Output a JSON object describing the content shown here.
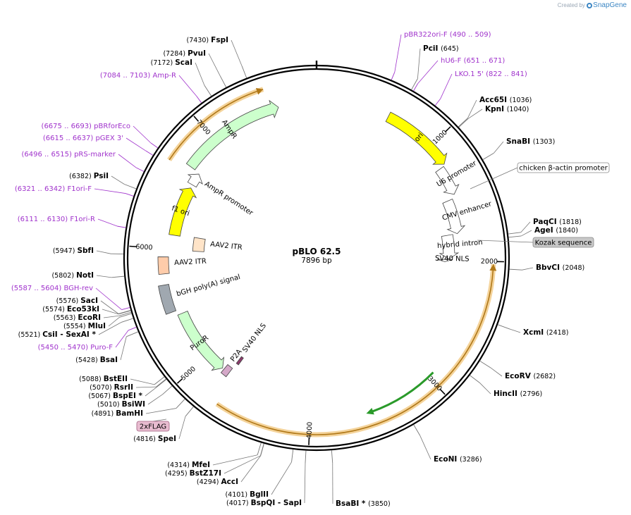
{
  "brand": {
    "created_by": "Created by",
    "product": "SnapGene"
  },
  "plasmid": {
    "name": "pBLO 62.5",
    "size": "7896 bp",
    "length": 7896
  },
  "ticks": [
    {
      "label": "1000",
      "bp": 1000
    },
    {
      "label": "2000",
      "bp": 2000
    },
    {
      "label": "3000",
      "bp": 3000
    },
    {
      "label": "4000",
      "bp": 4000
    },
    {
      "label": "5000",
      "bp": 5000
    },
    {
      "label": "6000",
      "bp": 6000
    },
    {
      "label": "7000",
      "bp": 7000
    }
  ],
  "sites_right": [
    {
      "name": "PciI",
      "pos": "(645)",
      "bp": 645
    },
    {
      "name": "Acc65I",
      "pos": "(1036)",
      "bp": 1036
    },
    {
      "name": "KpnI",
      "pos": "(1040)",
      "bp": 1040
    },
    {
      "name": "SnaBI",
      "pos": "(1303)",
      "bp": 1303
    },
    {
      "name": "PaqCI",
      "pos": "(1818)",
      "bp": 1818
    },
    {
      "name": "AgeI",
      "pos": "(1840)",
      "bp": 1840
    },
    {
      "name": "BbvCI",
      "pos": "(2048)",
      "bp": 2048
    },
    {
      "name": "XcmI",
      "pos": "(2418)",
      "bp": 2418
    },
    {
      "name": "EcoRV",
      "pos": "(2682)",
      "bp": 2682
    },
    {
      "name": "HincII",
      "pos": "(2796)",
      "bp": 2796
    },
    {
      "name": "EcoNI",
      "pos": "(3286)",
      "bp": 3286
    },
    {
      "name": "BsaBI *",
      "pos": "(3850)",
      "bp": 3850
    }
  ],
  "sites_left": [
    {
      "name": "FspI",
      "pos": "(7430)",
      "bp": 7430
    },
    {
      "name": "PvuI",
      "pos": "(7284)",
      "bp": 7284
    },
    {
      "name": "ScaI",
      "pos": "(7172)",
      "bp": 7172
    },
    {
      "name": "PsiI",
      "pos": "(6382)",
      "bp": 6382
    },
    {
      "name": "SbfI",
      "pos": "(5947)",
      "bp": 5947
    },
    {
      "name": "NotI",
      "pos": "(5802)",
      "bp": 5802
    },
    {
      "name": "SacI",
      "pos": "(5576)",
      "bp": 5576
    },
    {
      "name": "Eco53kI",
      "pos": "(5574)",
      "bp": 5574
    },
    {
      "name": "EcoRI",
      "pos": "(5563)",
      "bp": 5563
    },
    {
      "name": "MluI",
      "pos": "(5554)",
      "bp": 5554
    },
    {
      "name": "CsiI  - SexAI *",
      "pos": "(5521)",
      "bp": 5521
    },
    {
      "name": "BsaI",
      "pos": "(5428)",
      "bp": 5428
    },
    {
      "name": "BstEII",
      "pos": "(5088)",
      "bp": 5088
    },
    {
      "name": "RsrII",
      "pos": "(5070)",
      "bp": 5070
    },
    {
      "name": "BspEI *",
      "pos": "(5067)",
      "bp": 5067
    },
    {
      "name": "BsiWI",
      "pos": "(5010)",
      "bp": 5010
    },
    {
      "name": "BamHI",
      "pos": "(4891)",
      "bp": 4891
    },
    {
      "name": "SpeI",
      "pos": "(4816)",
      "bp": 4816
    }
  ],
  "sites_bottom": [
    {
      "name": "MfeI",
      "pos": "(4314)",
      "bp": 4314
    },
    {
      "name": "BstZ17I",
      "pos": "(4295)",
      "bp": 4295
    },
    {
      "name": "AccI",
      "pos": "(4294)",
      "bp": 4294
    },
    {
      "name": "BglII",
      "pos": "(4101)",
      "bp": 4101
    },
    {
      "name": "BspQI  - SapI",
      "pos": "(4017)",
      "bp": 4017
    }
  ],
  "primers_right": [
    {
      "name": "pBR322ori-F",
      "range": "(490 .. 509)",
      "bp": 500
    },
    {
      "name": "hU6-F",
      "range": "(651 .. 671)",
      "bp": 661
    },
    {
      "name": "LKO.1 5'",
      "range": "(822 .. 841)",
      "bp": 831
    }
  ],
  "primers_left": [
    {
      "name": "Amp-R",
      "range": "(7084 .. 7103)",
      "bp": 7094
    },
    {
      "name": "pBRforEco",
      "range": "(6675 .. 6693)",
      "bp": 6684
    },
    {
      "name": "pGEX 3'",
      "range": "(6615 .. 6637)",
      "bp": 6626
    },
    {
      "name": "pRS-marker",
      "range": "(6496 .. 6515)",
      "bp": 6505
    },
    {
      "name": "F1ori-F",
      "range": "(6321 .. 6342)",
      "bp": 6331
    },
    {
      "name": "F1ori-R",
      "range": "(6111 .. 6130)",
      "bp": 6120
    },
    {
      "name": "BGH-rev",
      "range": "(5587 .. 5604)",
      "bp": 5595
    },
    {
      "name": "Puro-F",
      "range": "(5450 .. 5470)",
      "bp": 5460
    }
  ],
  "boxed_labels": [
    {
      "name": "chicken β-actin promoter",
      "style": "outline"
    },
    {
      "name": "Kozak sequence",
      "style": "gray"
    },
    {
      "name": "2xFLAG",
      "style": "pink"
    }
  ],
  "features": [
    {
      "name": "ori",
      "start": 590,
      "end": 1178,
      "dir": "fwd",
      "color": "#ffff00"
    },
    {
      "name": "U6 promoter",
      "start": 1190,
      "end": 1430,
      "dir": "fwd",
      "color": "#ffffff"
    },
    {
      "name": "CMV enhancer",
      "start": 1460,
      "end": 1760,
      "dir": "fwd",
      "color": "#ffffff"
    },
    {
      "name": "hybrid intron",
      "start": 1760,
      "end": 1985,
      "dir": "fwd",
      "color": "#ffffff"
    },
    {
      "name": "SV40 NLS",
      "start": 1990,
      "end": 2012,
      "dir": "fwd",
      "color": "#ffffff"
    },
    {
      "name": "AmpR",
      "start": 6710,
      "end": 7585,
      "dir": "fwd",
      "color": "#ccffcc"
    },
    {
      "name": "AmpR promoter",
      "start": 6590,
      "end": 6700,
      "dir": "fwd",
      "color": "#ffffff"
    },
    {
      "name": "f1 ori",
      "start": 6120,
      "end": 6560,
      "dir": "fwd",
      "color": "#ffff00"
    },
    {
      "name": "AAV2 ITR",
      "start": 5790,
      "end": 5930,
      "dir": "none",
      "color": "#ffccaa"
    },
    {
      "name": "AAV2 ITR",
      "start": 5990,
      "end": 6130,
      "dir": "none",
      "color": "#ffe4c8"
    },
    {
      "name": "bGH poly(A) signal",
      "start": 5470,
      "end": 5700,
      "dir": "none",
      "color": "#a0a8b0"
    },
    {
      "name": "PuroR",
      "start": 4835,
      "end": 5430,
      "dir": "rev",
      "color": "#ccffcc"
    },
    {
      "name": "P2A",
      "start": 4765,
      "end": 4820,
      "dir": "none",
      "color": "#d4a8c8"
    },
    {
      "name": "SV40 NLS",
      "start": 4740,
      "end": 4765,
      "dir": "none",
      "color": "#8c3c6c"
    }
  ],
  "orf_highlights": [
    {
      "start": 2020,
      "end": 4700,
      "dir": "rev"
    },
    {
      "start": 6660,
      "end": 7510,
      "dir": "fwd"
    }
  ],
  "inner_arrow": {
    "start": 2950,
    "end": 3560,
    "dir": "fwd",
    "color": "#2a9a2a"
  }
}
